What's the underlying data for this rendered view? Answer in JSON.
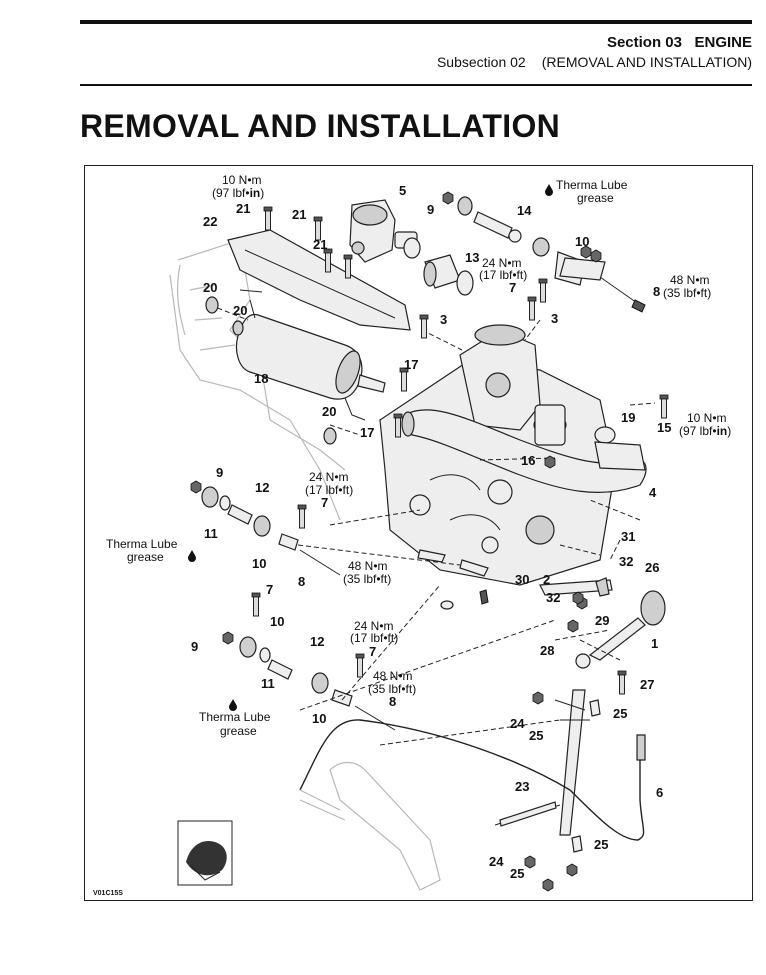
{
  "header": {
    "section_label": "Section 03",
    "section_name": "ENGINE",
    "subsection_label": "Subsection 02",
    "subsection_name": "(REMOVAL AND INSTALLATION)"
  },
  "page_title": "REMOVAL AND INSTALLATION",
  "figure": {
    "code": "V01C15S",
    "torque_specs": {
      "t21_nm": "10 N•m",
      "t21_imp_pre": "(97 lbf•",
      "t21_imp_unit": "in",
      "t21_imp_post": ")",
      "t13_nm": "24 N•m",
      "t13_imp": "(17 lbf•ft)",
      "t8a_nm": "48 N•m",
      "t8a_imp": "(35 lbf•ft)",
      "t15_nm": "10 N•m",
      "t15_imp_pre": "(97 lbf•",
      "t15_imp_unit": "in",
      "t15_imp_post": ")",
      "t7a_nm": "24 N•m",
      "t7a_imp": "(17 lbf•ft)",
      "t8b_nm": "48 N•m",
      "t8b_imp": "(35 lbf•ft)",
      "t7b_nm": "24 N•m",
      "t7b_imp": "(17 lbf•ft)",
      "t8c_nm": "48 N•m",
      "t8c_imp": "(35 lbf•ft)"
    },
    "notes": {
      "lube_top_1": "Therma Lube",
      "lube_top_2": "grease",
      "lube_left_1": "Therma Lube",
      "lube_left_2": "grease",
      "lube_bottom_1": "Therma Lube",
      "lube_bottom_2": "grease"
    },
    "callouts": {
      "c5": "5",
      "c9a": "9",
      "c14": "14",
      "c21a": "21",
      "c21b": "21",
      "c21c": "21",
      "c22": "22",
      "c20a": "20",
      "c20b": "20",
      "c20c": "20",
      "c13": "13",
      "c10a": "10",
      "c7a": "7",
      "c8a": "8",
      "c3a": "3",
      "c3b": "3",
      "c18": "18",
      "c17a": "17",
      "c17b": "17",
      "c19": "19",
      "c15": "15",
      "c16": "16",
      "c4": "4",
      "c9b": "9",
      "c12a": "12",
      "c11a": "11",
      "c10b": "10",
      "c7b": "7",
      "c8b": "8",
      "c7c": "7",
      "c31": "31",
      "c32a": "32",
      "c32b": "32",
      "c30": "30",
      "c2": "2",
      "c26": "26",
      "c29": "29",
      "c1": "1",
      "c28": "28",
      "c10c": "10",
      "c9c": "9",
      "c12b": "12",
      "c7d": "7",
      "c11b": "11",
      "c8c": "8",
      "c10d": "10",
      "c27": "27",
      "c25a": "25",
      "c24a": "24",
      "c25b": "25",
      "c6": "6",
      "c23": "23",
      "c24b": "24",
      "c25c": "25",
      "c25d": "25"
    }
  }
}
